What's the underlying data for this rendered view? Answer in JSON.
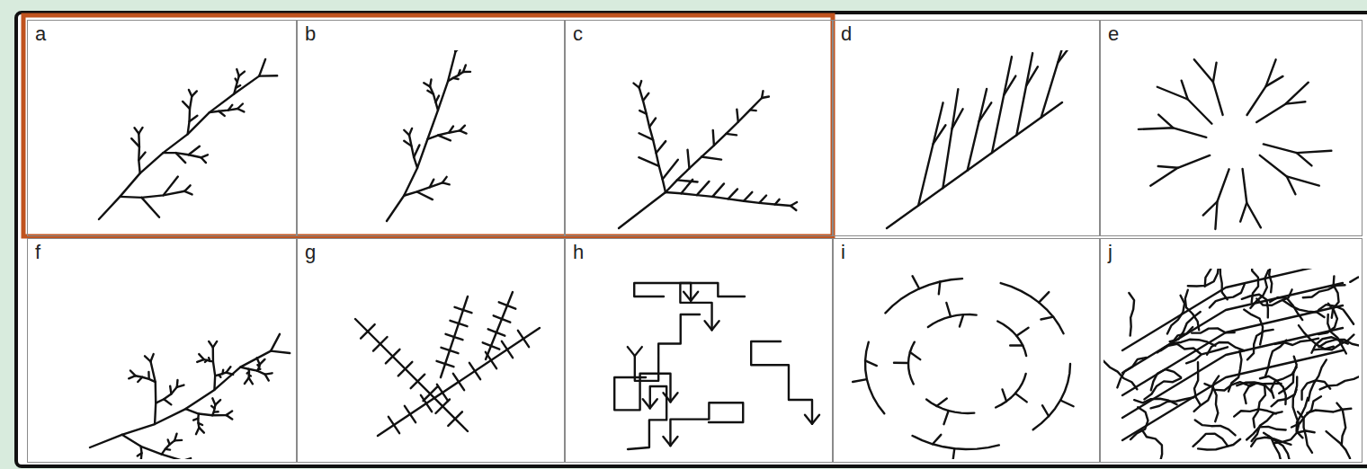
{
  "diagram": {
    "nodes": [
      {
        "text": [
          "a"
        ]
      },
      {
        "text": [
          "b"
        ]
      },
      {
        "text": [
          "c"
        ]
      },
      {
        "text": [
          "d"
        ]
      },
      {
        "text": [
          "e"
        ]
      },
      {
        "text": [
          "f"
        ]
      },
      {
        "text": [
          "g"
        ]
      },
      {
        "text": [
          "h"
        ]
      },
      {
        "text": [
          "i"
        ]
      },
      {
        "text": [
          "j"
        ]
      }
    ]
  }
}
